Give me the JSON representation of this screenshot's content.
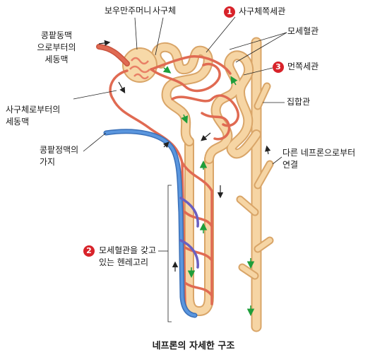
{
  "labels": {
    "bowman_capsule": "보우만주머니",
    "glomerulus": "사구체",
    "proximal_tubule": "사구체쪽세관",
    "capillary": "모세혈관",
    "distal_tubule": "먼쪽세관",
    "afferent_arteriole": [
      "콩팥동맥",
      "으로부터의",
      "세동맥"
    ],
    "efferent_arteriole": [
      "사구체로부터의",
      "세동맥"
    ],
    "renal_vein_branch": [
      "콩팥정맥의",
      "가지"
    ],
    "collecting_duct": "집합관",
    "other_nephron": [
      "다른 네프론으로부터",
      "연결"
    ],
    "henle_loop": [
      "모세혈관을 갖고",
      "있는 헨레고리"
    ]
  },
  "badges": {
    "b1": "1",
    "b2": "2",
    "b3": "3"
  },
  "caption": "네프론의 자세한 구조",
  "colors": {
    "tubule": "#f6d5a4",
    "tubule_edge": "#d9a568",
    "artery": "#e06a52",
    "vein": "#3f7fcf",
    "badge": "#d8232a",
    "flow_arrow": "#1e9e3a"
  }
}
